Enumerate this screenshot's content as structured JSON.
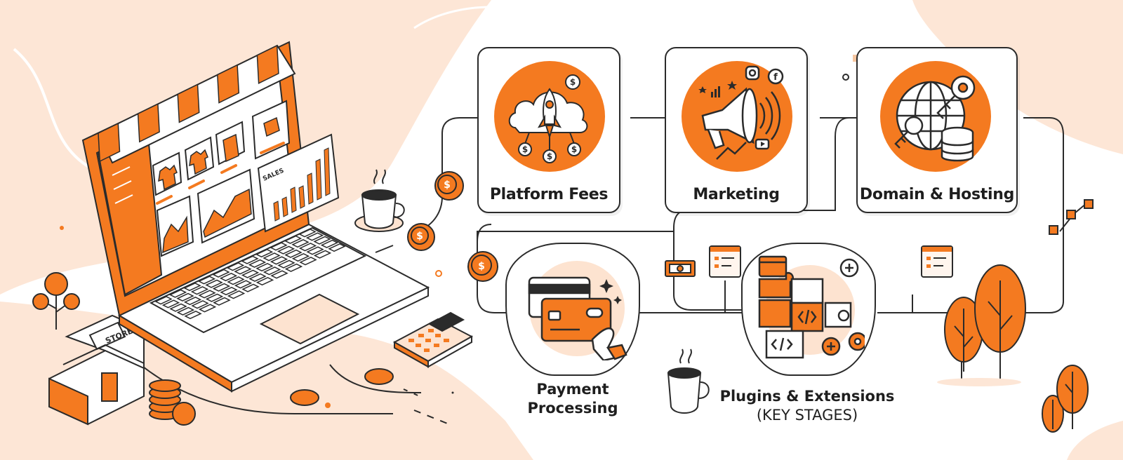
{
  "cards": [
    {
      "label": "Platform Fees",
      "icon": "rocket-cloud-icon"
    },
    {
      "label": "Marketing",
      "icon": "megaphone-icon"
    },
    {
      "label": "Domain & Hosting",
      "icon": "globe-key-server-icon"
    }
  ],
  "lower": {
    "payment": {
      "line1": "Payment",
      "line2": "Processing",
      "icon": "credit-card-hand-icon"
    },
    "plugins": {
      "line1": "Plugins & Extensions",
      "line2": "(KEY STAGES)",
      "icon": "puzzle-code-icon"
    }
  },
  "laptop": {
    "sales_label": "SALES",
    "store_sign": "STORE"
  },
  "colors": {
    "accent": "#f47a20",
    "peach": "#fde3d0",
    "ink": "#2b2b2b"
  }
}
